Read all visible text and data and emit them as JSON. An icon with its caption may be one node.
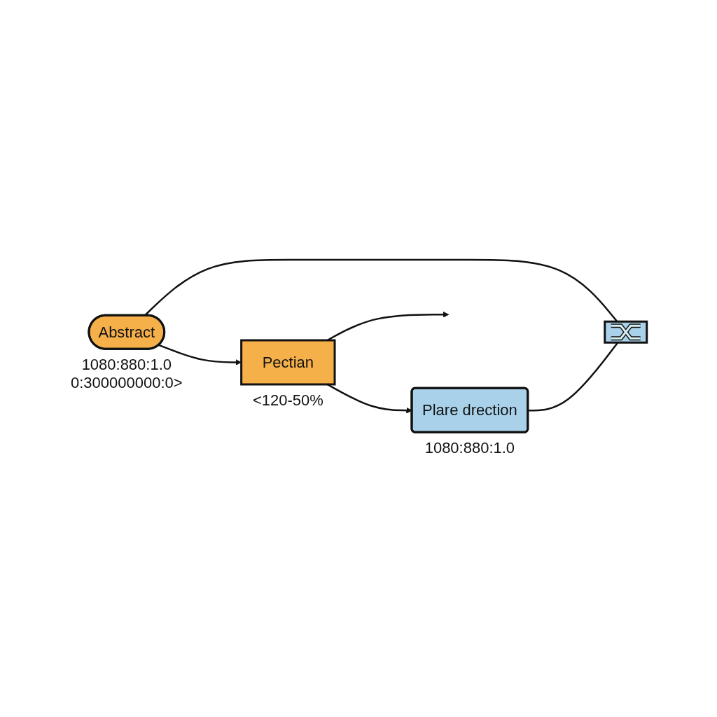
{
  "diagram": {
    "nodes": [
      {
        "text": [
          "Abstract"
        ],
        "beside": [
          "1080:880:1.0 0:300000000:0>"
        ]
      },
      {
        "text": [
          "Pectian"
        ],
        "beside": [
          "<120-50%"
        ]
      },
      {
        "text": [],
        "shape": "box"
      },
      {
        "text": [
          "Plare drection"
        ],
        "beside": [
          "1080:880:1.0"
        ]
      }
    ],
    "edges": [
      {
        "from": 0,
        "to": 1,
        "arrow": "to"
      },
      {
        "from": 0,
        "to": 2,
        "arrow": "none"
      },
      {
        "from": 1,
        "to": null,
        "arrow": "to"
      },
      {
        "from": 1,
        "to": 3,
        "arrow": "to"
      },
      {
        "from": 3,
        "to": 2,
        "arrow": "none"
      }
    ]
  }
}
